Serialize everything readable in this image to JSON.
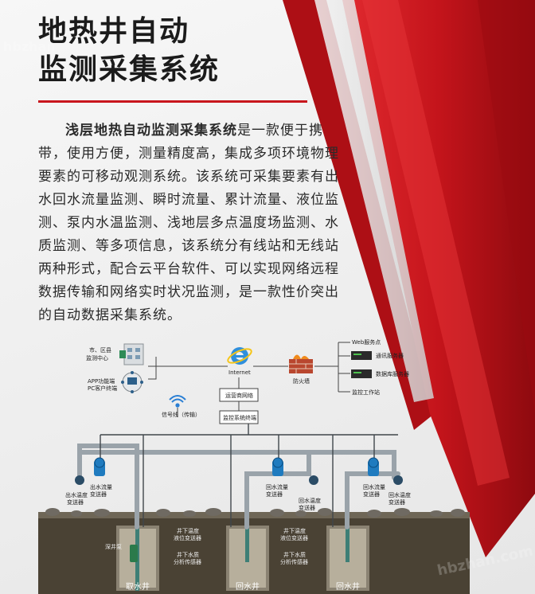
{
  "title": {
    "line1": "地热井自动",
    "line2": "监测采集系统"
  },
  "paragraph": {
    "highlight": "浅层地热自动监测采集系统",
    "body": "是一款便于携带，使用方便，测量精度高，集成多项环境物理要素的可移动观测系统。该系统可采集要素有出水回水流量监测、瞬时流量、累计流量、液位监测、泵内水温监测、浅地层多点温度场监测、水质监测、等多项信息，该系统分有线站和无线站两种形式，配合云平台软件、可以实现网络远程数据传输和网络实时状况监测，是一款性价突出的自动数据采集系统。"
  },
  "watermark": {
    "top_left": "hbzhan",
    "bottom_right": "hbzhan.com"
  },
  "diagram": {
    "center_top": [
      "市、区县",
      "监测中心"
    ],
    "app_client": [
      "APP功能端",
      "PC客户终端"
    ],
    "internet": "Internet",
    "firewall": "防火墙",
    "web_server": "Web服务点",
    "comm_server": "通讯服务器",
    "db_server": "数据库服务器",
    "monitor_station": "监控工作站",
    "carrier_network": "运营商网络",
    "monitor_terminal": "监控系统终端",
    "signal_line": "信号线（传输）",
    "outflow_meter": [
      "出水流量",
      "变送器"
    ],
    "outflow_temp": [
      "出水温度",
      "变送器"
    ],
    "return_meter": [
      "回水流量",
      "变送器"
    ],
    "return_temp": [
      "回水温度",
      "变送器"
    ],
    "deep_well_pump": "深井泵",
    "level_temp": [
      "井下温度",
      "液位变送器"
    ],
    "quality_sensor": [
      "井下水质",
      "分析传感器"
    ],
    "well_intake": "取水井",
    "well_return1": "回水井",
    "well_return2": "回水井"
  },
  "colors": {
    "accent": "#c8161d",
    "ground": "#4a4234",
    "pipe": "#9aa3aa",
    "meter": "#1f7bbf"
  },
  "icons": [
    "wifi-icon",
    "internet-explorer-icon",
    "firewall-icon",
    "server-icon",
    "monitor-center-icon",
    "client-icon",
    "flow-meter-icon",
    "valve-icon"
  ]
}
